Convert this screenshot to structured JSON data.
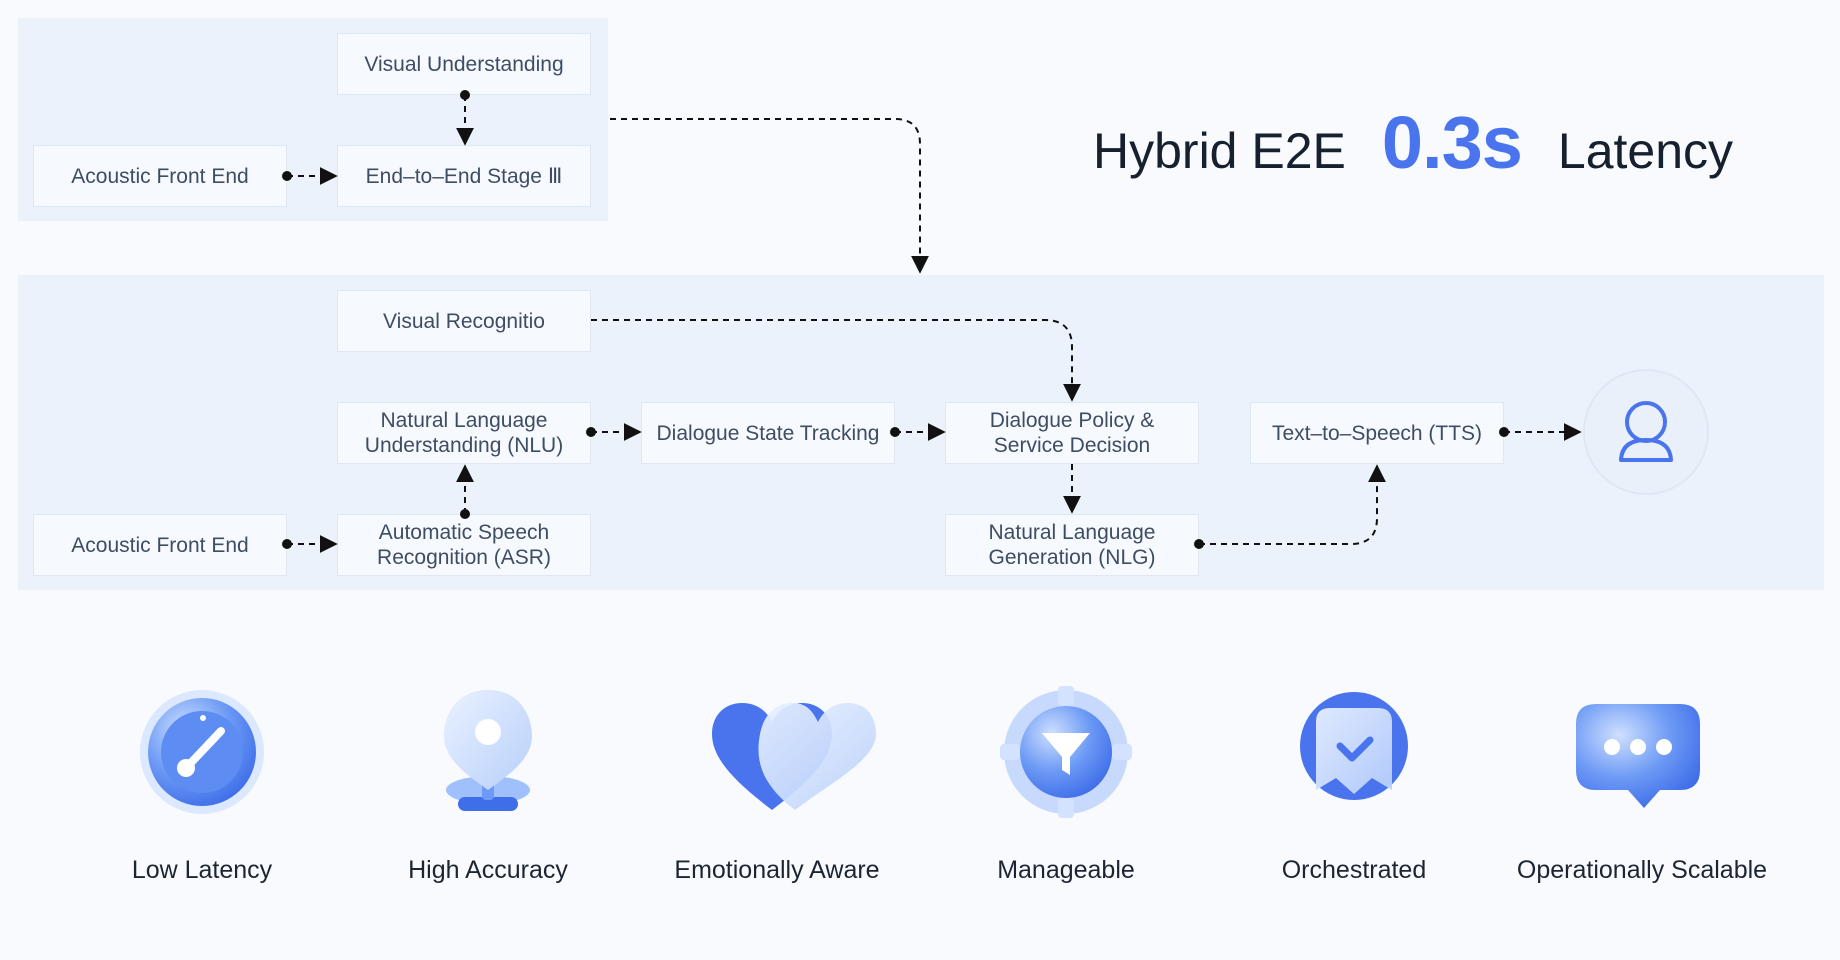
{
  "headline": {
    "prefix": "Hybrid E2E",
    "value": "0.3s",
    "suffix": "Latency",
    "accent_color": "#4a74ee"
  },
  "e2e_pipeline": {
    "visual_understanding": "Visual Understanding",
    "acoustic_front_end": "Acoustic Front End",
    "end_to_end_stage": "End–to–End Stage Ⅲ"
  },
  "cascade_pipeline": {
    "visual_recognition": "Visual Recognitio",
    "nlu": "Natural Language\nUnderstanding (NLU)",
    "dst": "Dialogue State Tracking",
    "policy": "Dialogue Policy &\nService Decision",
    "tts": "Text–to–Speech (TTS)",
    "acoustic_front_end": "Acoustic Front End",
    "asr": "Automatic Speech\nRecognition (ASR)",
    "nlg": "Natural Language\nGeneration (NLG)",
    "user_icon": "user-icon"
  },
  "features": [
    {
      "label": "Low Latency",
      "icon": "speedometer-icon"
    },
    {
      "label": "High Accuracy",
      "icon": "location-pin-icon"
    },
    {
      "label": "Emotionally Aware",
      "icon": "heart-icon"
    },
    {
      "label": "Manageable",
      "icon": "gear-filter-icon"
    },
    {
      "label": "Orchestrated",
      "icon": "badge-check-icon"
    },
    {
      "label": "Operationally Scalable",
      "icon": "chat-bubble-icon"
    }
  ]
}
